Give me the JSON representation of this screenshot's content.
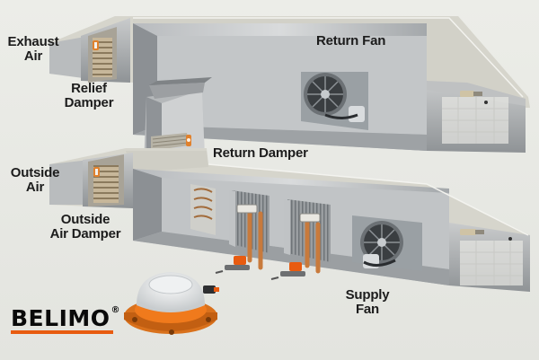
{
  "labels": {
    "exhaust_air": "Exhaust\nAir",
    "relief_damper": "Relief\nDamper",
    "return_fan": "Return Fan",
    "return_damper": "Return Damper",
    "outside_air": "Outside\nAir",
    "outside_air_damper": "Outside\nAir Damper",
    "supply_fan": "Supply\nFan"
  },
  "brand": {
    "name": "BELIMO",
    "mark": "®"
  },
  "colors": {
    "background": "#e8e9e4",
    "duct_metal": "#a9acaf",
    "duct_top": "#d6d5cc",
    "accent_orange": "#e85b10",
    "copper": "#c87a3c"
  }
}
